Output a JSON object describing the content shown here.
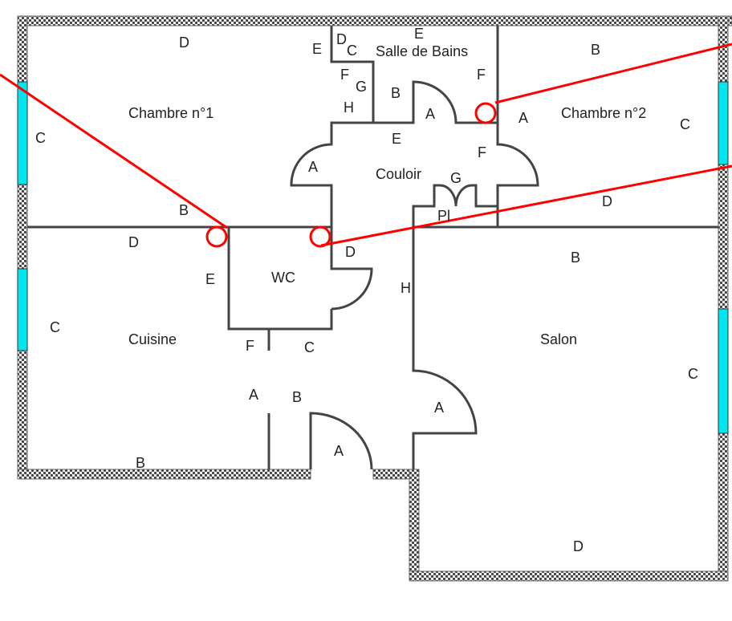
{
  "rooms": {
    "chambre1": "Chambre n°1",
    "chambre2": "Chambre n°2",
    "salle_de_bains": "Salle de Bains",
    "couloir": "Couloir",
    "wc": "WC",
    "cuisine": "Cuisine",
    "salon": "Salon",
    "placard": "Pl"
  },
  "wall_labels": [
    "D",
    "C",
    "B",
    "E",
    "D",
    "C",
    "E",
    "F",
    "G",
    "H",
    "B",
    "A",
    "F",
    "E",
    "A",
    "F",
    "A",
    "G",
    "B",
    "D",
    "C",
    "D",
    "E",
    "D",
    "H",
    "C",
    "F",
    "C",
    "A",
    "B",
    "A",
    "A",
    "B",
    "B",
    "C",
    "D"
  ],
  "colors": {
    "wall": "#444444",
    "window": "#00e5ee",
    "measure": "#ff0000"
  }
}
